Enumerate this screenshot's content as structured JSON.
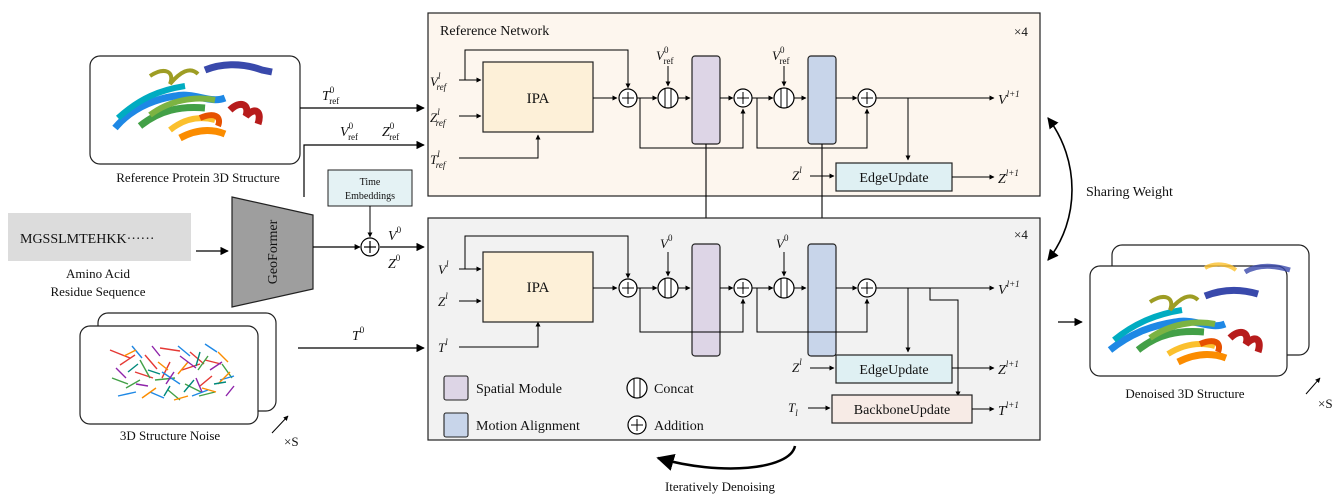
{
  "reference_network": {
    "title": "Reference Network",
    "repeat": "×4",
    "inputs": {
      "v": "V",
      "z": "Z",
      "t": "T",
      "sup": "l",
      "sub": "ref"
    },
    "ipa": "IPA",
    "v_ref0_a": "V",
    "v_ref0_b": "V",
    "edge_update": "EdgeUpdate",
    "z_in": "Z",
    "out_v": "V",
    "out_z": "Z",
    "out_sup": "l+1"
  },
  "main_network": {
    "repeat": "×4",
    "inputs": {
      "v": "V",
      "z": "Z",
      "t": "T",
      "sup": "l"
    },
    "ipa": "IPA",
    "v0_a": "V",
    "v0_b": "V",
    "edge_update": "EdgeUpdate",
    "backbone_update": "BackboneUpdate",
    "z_in": "Z",
    "t_in": "T",
    "t_in_sub": "l",
    "out_v": "V",
    "out_z": "Z",
    "out_t": "T",
    "out_sup": "l+1"
  },
  "legend": {
    "spatial": "Spatial Module",
    "concat": "Concat",
    "motion": "Motion Alignment",
    "addition": "Addition"
  },
  "inputs": {
    "sequence": "MGSSLMTEHKK······",
    "sequence_caption_1": "Amino Acid",
    "sequence_caption_2": "Residue Sequence",
    "reference_caption": "Reference Protein 3D Structure",
    "noise_caption": "3D Structure Noise",
    "noise_mult": "×S",
    "time_emb_1": "Time",
    "time_emb_2": "Embeddings",
    "geoformer": "GeoFormer"
  },
  "edges": {
    "t_ref0": "T",
    "v_ref0": "V",
    "z_ref0": "Z",
    "ref_sub": "ref",
    "zero": "0",
    "v0": "V",
    "z0": "Z",
    "t0": "T"
  },
  "outputs": {
    "sharing_weight": "Sharing Weight",
    "denoised_caption": "Denoised 3D Structure",
    "denoised_mult": "×S",
    "iteratively": "Iteratively Denoising"
  },
  "colors": {
    "ref_bg": "#fdf6ee",
    "main_bg": "#f2f2f2",
    "ipa_fill": "#fdf0d8",
    "spatial_fill": "#ddd5e6",
    "motion_fill": "#c8d5ea",
    "edge_fill": "#dff0f3",
    "backbone_fill": "#f7ebe6",
    "seq_fill": "#dcdcdc",
    "geo_fill": "#999999",
    "time_fill": "#e4f2f4"
  }
}
